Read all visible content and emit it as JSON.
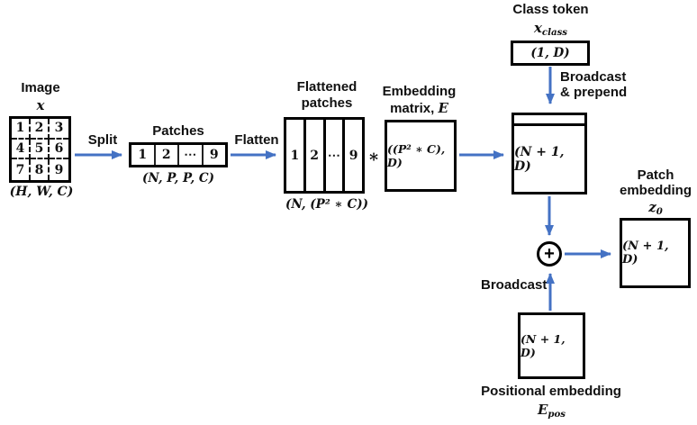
{
  "colors": {
    "arrow": "#4472C4",
    "border": "#000000",
    "text": "#111111"
  },
  "diagram": {
    "image": {
      "label": "Image",
      "symbol": "x",
      "cells": [
        "1",
        "2",
        "3",
        "4",
        "5",
        "6",
        "7",
        "8",
        "9"
      ],
      "shape": "(H, W, C)"
    },
    "split": {
      "label": "Split"
    },
    "patches": {
      "label": "Patches",
      "cells": [
        "1",
        "2",
        "⋯",
        "9"
      ],
      "shape": "(N, P, P, C)"
    },
    "flatten": {
      "label": "Flatten"
    },
    "flattened_patches": {
      "label_line1": "Flattened",
      "label_line2": "patches",
      "cells": [
        "1",
        "2",
        "⋯",
        "9"
      ],
      "shape": "(N, (P² ∗ C))"
    },
    "multiply_symbol": "∗",
    "embedding_matrix": {
      "label_line1": "Embedding",
      "label_line2_text": "matrix, ",
      "label_symbol": "E",
      "shape": "((P² ∗ C), D)"
    },
    "class_token": {
      "label": "Class token",
      "symbol_base": "x",
      "symbol_sub": "class",
      "shape": "(1, D)",
      "broadcast_line1": "Broadcast",
      "broadcast_line2": "& prepend"
    },
    "concat": {
      "shape": "(N + 1, D)"
    },
    "plus_symbol": "+",
    "patch_embedding": {
      "label_line1": "Patch",
      "label_line2": "embedding",
      "symbol_base": "z",
      "symbol_sub": "0",
      "shape": "(N + 1, D)"
    },
    "positional_embedding": {
      "broadcast_label": "Broadcast",
      "shape": "(N + 1, D)",
      "label": "Positional embedding",
      "symbol_base": "E",
      "symbol_sub": "pos"
    }
  }
}
